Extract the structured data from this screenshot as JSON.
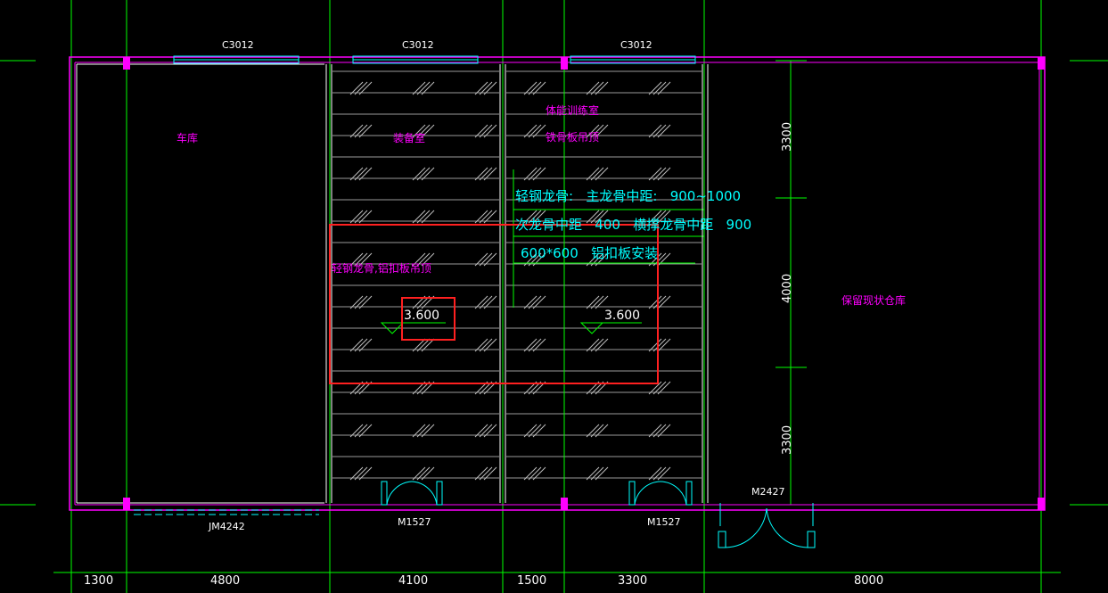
{
  "rooms": {
    "garage": "车库",
    "equipment": "装备室",
    "training_line1": "体能训练室",
    "training_line2": "铁骨板吊顶",
    "warehouse": "保留现状仓库",
    "ceiling_note": "轻钢龙骨,铝扣板吊顶"
  },
  "windows": [
    "C3012",
    "C3012",
    "C3012"
  ],
  "doors": {
    "garage": "JM4242",
    "left": "M1527",
    "right": "M1527",
    "warehouse": "M2427"
  },
  "spec_note": {
    "line1": "轻钢龙骨:   主龙骨中距:   900~1000",
    "line2": "次龙骨中距   400   横撑龙骨中距   900",
    "line3": "600*600   铝扣板安装"
  },
  "elevations": [
    "3.600",
    "3.600"
  ],
  "dims_bottom": [
    "1300",
    "4800",
    "4100",
    "1500",
    "3300",
    "8000"
  ],
  "dims_right": [
    "3300",
    "4000",
    "3300"
  ],
  "colors": {
    "background": "#000000",
    "grid": "#00ff00",
    "wall": "#ff00ff",
    "annotation": "#00ffff",
    "highlight": "#ff2020"
  }
}
